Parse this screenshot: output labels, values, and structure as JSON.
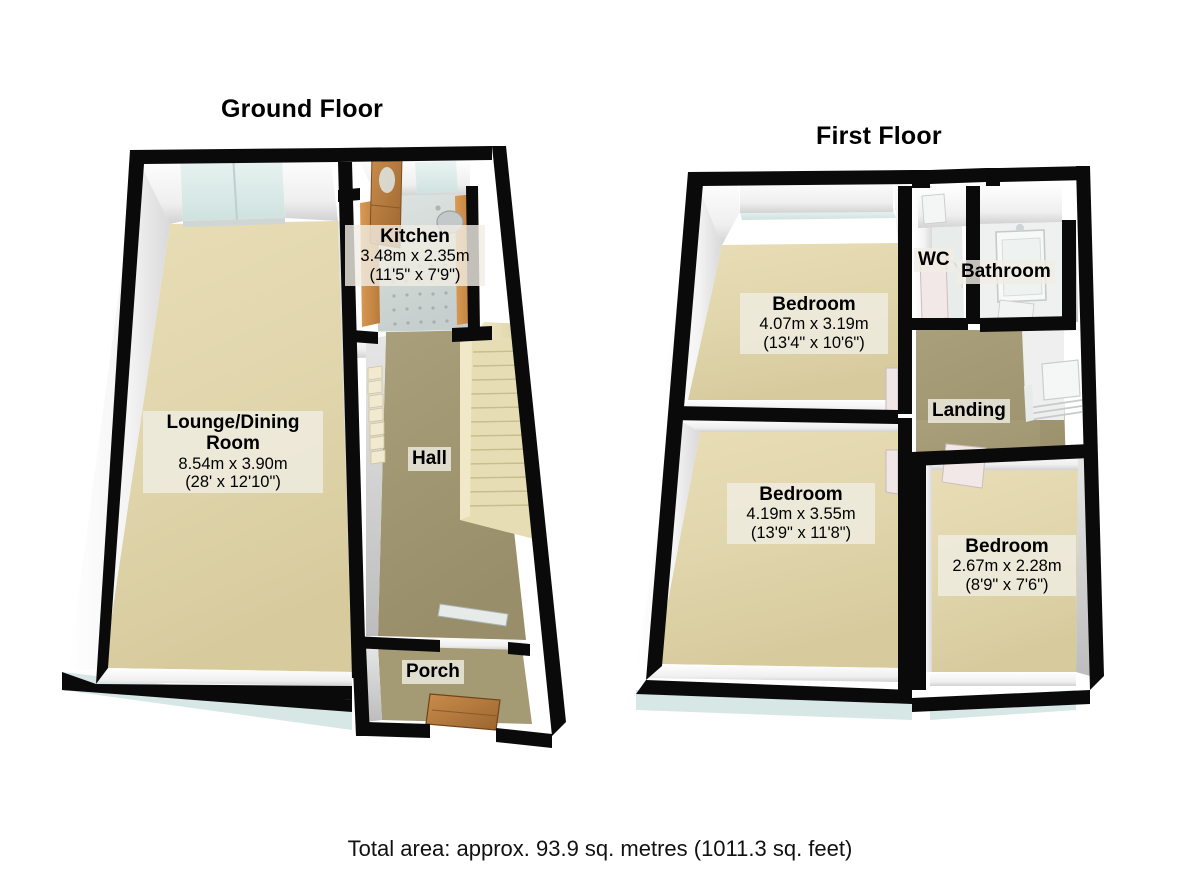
{
  "document": {
    "type": "floor-plan",
    "total_area_text": "Total area: approx. 93.9 sq. metres (1011.3 sq. feet)"
  },
  "colors": {
    "wall_outline": "#0a0a0a",
    "wall_face": "#ffffff",
    "wall_shade": "#d8d8d8",
    "floor_light": "#e3d8ae",
    "floor_dark": "#a59b74",
    "tile_floor": "#cdd4d2",
    "stairs": "#e8dfbb",
    "door_wood": "#b07a3c",
    "window_glass": "#dfeeec",
    "label_bg": "#f0eee4",
    "text": "#000000"
  },
  "floors": [
    {
      "id": "ground",
      "title": "Ground Floor",
      "rooms": [
        {
          "id": "lounge-dining",
          "name": "Lounge/Dining Room",
          "name_lines": [
            "Lounge/Dining",
            "Room"
          ],
          "dim_metric": "8.54m x 3.90m",
          "dim_imperial": "(28' x 12'10\")",
          "floor": "light"
        },
        {
          "id": "kitchen",
          "name": "Kitchen",
          "name_lines": [
            "Kitchen"
          ],
          "dim_metric": "3.48m x 2.35m",
          "dim_imperial": "(11'5\" x 7'9\")",
          "floor": "tile"
        },
        {
          "id": "hall",
          "name": "Hall",
          "name_lines": [
            "Hall"
          ],
          "dim_metric": "",
          "dim_imperial": "",
          "floor": "dark"
        },
        {
          "id": "porch",
          "name": "Porch",
          "name_lines": [
            "Porch"
          ],
          "dim_metric": "",
          "dim_imperial": "",
          "floor": "dark"
        }
      ]
    },
    {
      "id": "first",
      "title": "First Floor",
      "rooms": [
        {
          "id": "bedroom-1",
          "name": "Bedroom",
          "name_lines": [
            "Bedroom"
          ],
          "dim_metric": "4.07m x 3.19m",
          "dim_imperial": "(13'4\" x 10'6\")",
          "floor": "light"
        },
        {
          "id": "bedroom-2",
          "name": "Bedroom",
          "name_lines": [
            "Bedroom"
          ],
          "dim_metric": "4.19m x 3.55m",
          "dim_imperial": "(13'9\" x 11'8\")",
          "floor": "light"
        },
        {
          "id": "bedroom-3",
          "name": "Bedroom",
          "name_lines": [
            "Bedroom"
          ],
          "dim_metric": "2.67m x 2.28m",
          "dim_imperial": "(8'9\" x 7'6\")",
          "floor": "light"
        },
        {
          "id": "wc",
          "name": "WC",
          "name_lines": [
            "WC"
          ],
          "dim_metric": "",
          "dim_imperial": "",
          "floor": "tile"
        },
        {
          "id": "bathroom",
          "name": "Bathroom",
          "name_lines": [
            "Bathroom"
          ],
          "dim_metric": "",
          "dim_imperial": "",
          "floor": "tile"
        },
        {
          "id": "landing",
          "name": "Landing",
          "name_lines": [
            "Landing"
          ],
          "dim_metric": "",
          "dim_imperial": "",
          "floor": "dark"
        }
      ]
    }
  ]
}
